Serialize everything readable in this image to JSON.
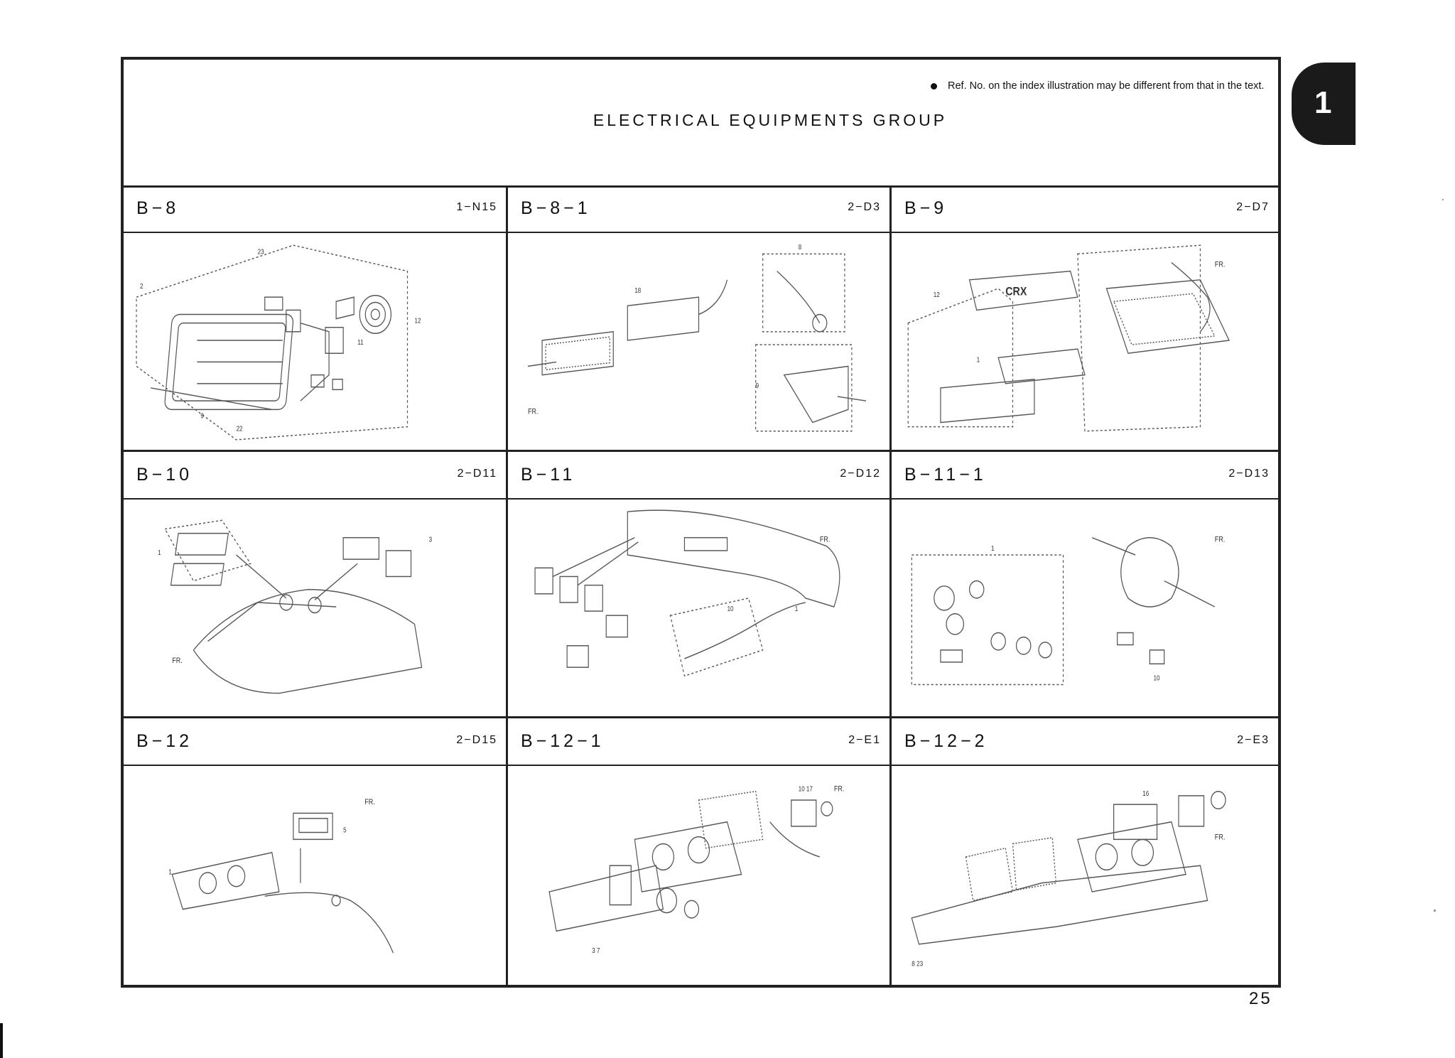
{
  "header": {
    "title": "ELECTRICAL EQUIPMENTS   GROUP",
    "note": "Ref. No. on the index illustration may be different from that in the text."
  },
  "section_tab": "1",
  "page_number": "25",
  "cells": [
    {
      "code": "B−8",
      "ref": "1−N15"
    },
    {
      "code": "B−8−1",
      "ref": "2−D3"
    },
    {
      "code": "B−9",
      "ref": "2−D7"
    },
    {
      "code": "B−10",
      "ref": "2−D11"
    },
    {
      "code": "B−11",
      "ref": "2−D12"
    },
    {
      "code": "B−11−1",
      "ref": "2−D13"
    },
    {
      "code": "B−12",
      "ref": "2−D15"
    },
    {
      "code": "B−12−1",
      "ref": "2−E1"
    },
    {
      "code": "B−12−2",
      "ref": "2−E3"
    }
  ],
  "illustration_labels": {
    "fr": "FR."
  },
  "colors": {
    "rule": "#222222",
    "tab_bg": "#1a1a1a",
    "drawing": "#555555"
  }
}
